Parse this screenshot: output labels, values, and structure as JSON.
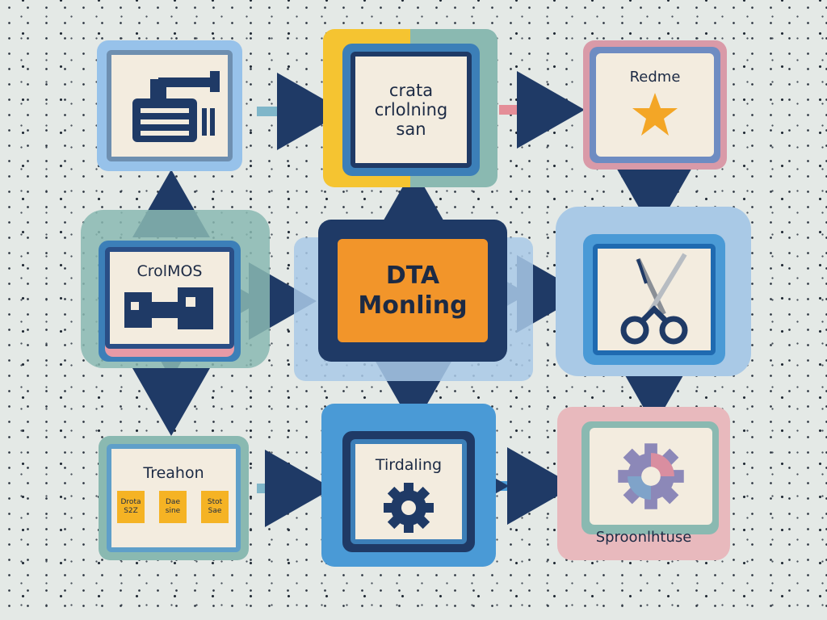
{
  "nodes": {
    "center": {
      "label": "DTA\nMonling"
    },
    "top_left": {
      "label": "",
      "icon": "camera-icon"
    },
    "top_center": {
      "label": "crata\ncrlolning\nsan"
    },
    "top_right": {
      "label": "Redme",
      "icon": "star-icon"
    },
    "middle_left": {
      "label": "CrolMOS",
      "icon": "block-icon"
    },
    "middle_right": {
      "label": "",
      "icon": "scissors-icon"
    },
    "bottom_left": {
      "label": "Treahon",
      "chips": [
        "Drota\nS2Z",
        "Dae\nsine",
        "Stot\nSae"
      ]
    },
    "bottom_center": {
      "label": "Tirdaling",
      "icon": "gear-icon"
    },
    "bottom_right": {
      "label": "Sproonlhtuse",
      "icon": "gear-icon"
    }
  },
  "colors": {
    "navy": "#1f3a66",
    "orange": "#f2952a",
    "sky": "#8fbbe0",
    "blue": "#4a9ad6",
    "teal": "#8ab9b1",
    "yellow": "#f5c431",
    "pink": "#e69aa6",
    "star": "#f3a626",
    "cream": "#f3ecdf"
  }
}
